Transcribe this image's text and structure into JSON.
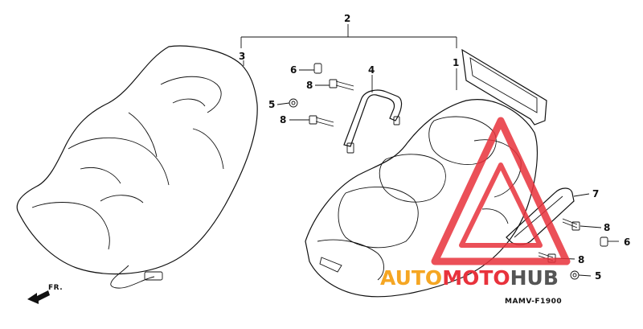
{
  "callouts": {
    "c1": "1",
    "c2": "2",
    "c3": "3",
    "c4": "4",
    "c5a": "5",
    "c5b": "5",
    "c6a": "6",
    "c6b": "6",
    "c7": "7",
    "c8a": "8",
    "c8b": "8",
    "c8c": "8",
    "c8d": "8"
  },
  "front_marker": "FR.",
  "diagram_code": "MAMV-F1900",
  "watermark": {
    "part1": "AUTO",
    "part2": "MOTO",
    "part3": "HUB",
    "color_orange": "#f5a623",
    "color_red": "#e8323c",
    "color_dark": "#555555"
  }
}
